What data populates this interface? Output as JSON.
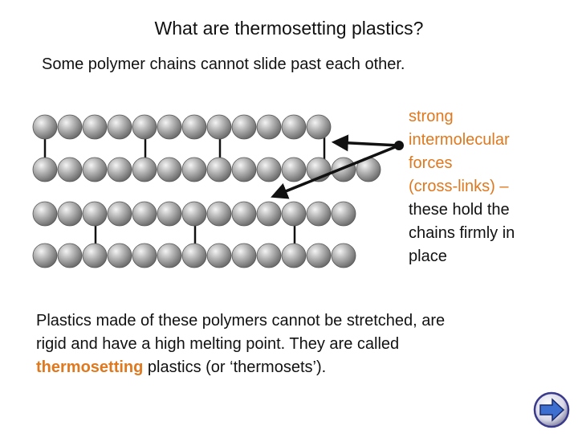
{
  "slide": {
    "title": "What are thermosetting plastics?",
    "subtitle": "Some polymer chains cannot slide past each other."
  },
  "label": {
    "line1": "strong",
    "line2": "intermolecular",
    "line3": "forces",
    "line4": "(cross-links) –",
    "line5": "these hold the",
    "line6": "chains firmly in",
    "line7": "place"
  },
  "body": {
    "line1": "Plastics made of these polymers cannot be stretched, are",
    "line2": "rigid and have a high melting point. They are called",
    "highlight": "thermosetting",
    "line3_rest": " plastics (or ‘thermosets’)."
  },
  "colors": {
    "highlight": "#e0781e",
    "bead": "#a6a6a6",
    "link": "#111111"
  },
  "icons": {
    "next": "right-arrow-icon"
  }
}
